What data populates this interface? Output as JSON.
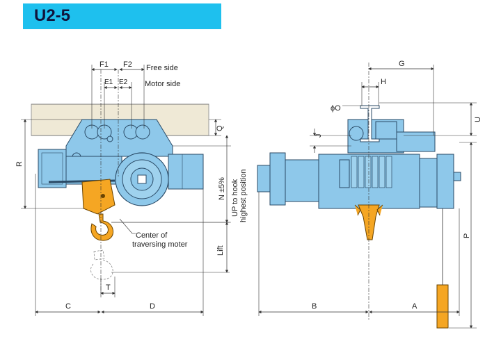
{
  "title": "U2-5",
  "colors": {
    "title_bar": "#1ec0ee",
    "title_text": "#10143c",
    "hoist_body": "#8ec8ea",
    "hook": "#f5a623",
    "rail": "#efe9d6",
    "line": "#333333"
  },
  "front_view": {
    "labels": {
      "F1": "F1",
      "F2": "F2",
      "free_side": "Free side",
      "E1": "E1",
      "E2": "E2",
      "motor_side": "Motor side",
      "Q": "Q",
      "R": "R",
      "N": "N ±5%",
      "up_to_hook_1": "UP to hook",
      "up_to_hook_2": "highest position",
      "center_1": "Center of",
      "center_2": "traversing moter",
      "lift": "Lift",
      "T": "T",
      "C": "C",
      "D": "D"
    }
  },
  "side_view": {
    "labels": {
      "G": "G",
      "H": "H",
      "phiO": "ϕO",
      "U": "U",
      "J": "J",
      "P": "P",
      "B": "B",
      "A": "A"
    }
  }
}
